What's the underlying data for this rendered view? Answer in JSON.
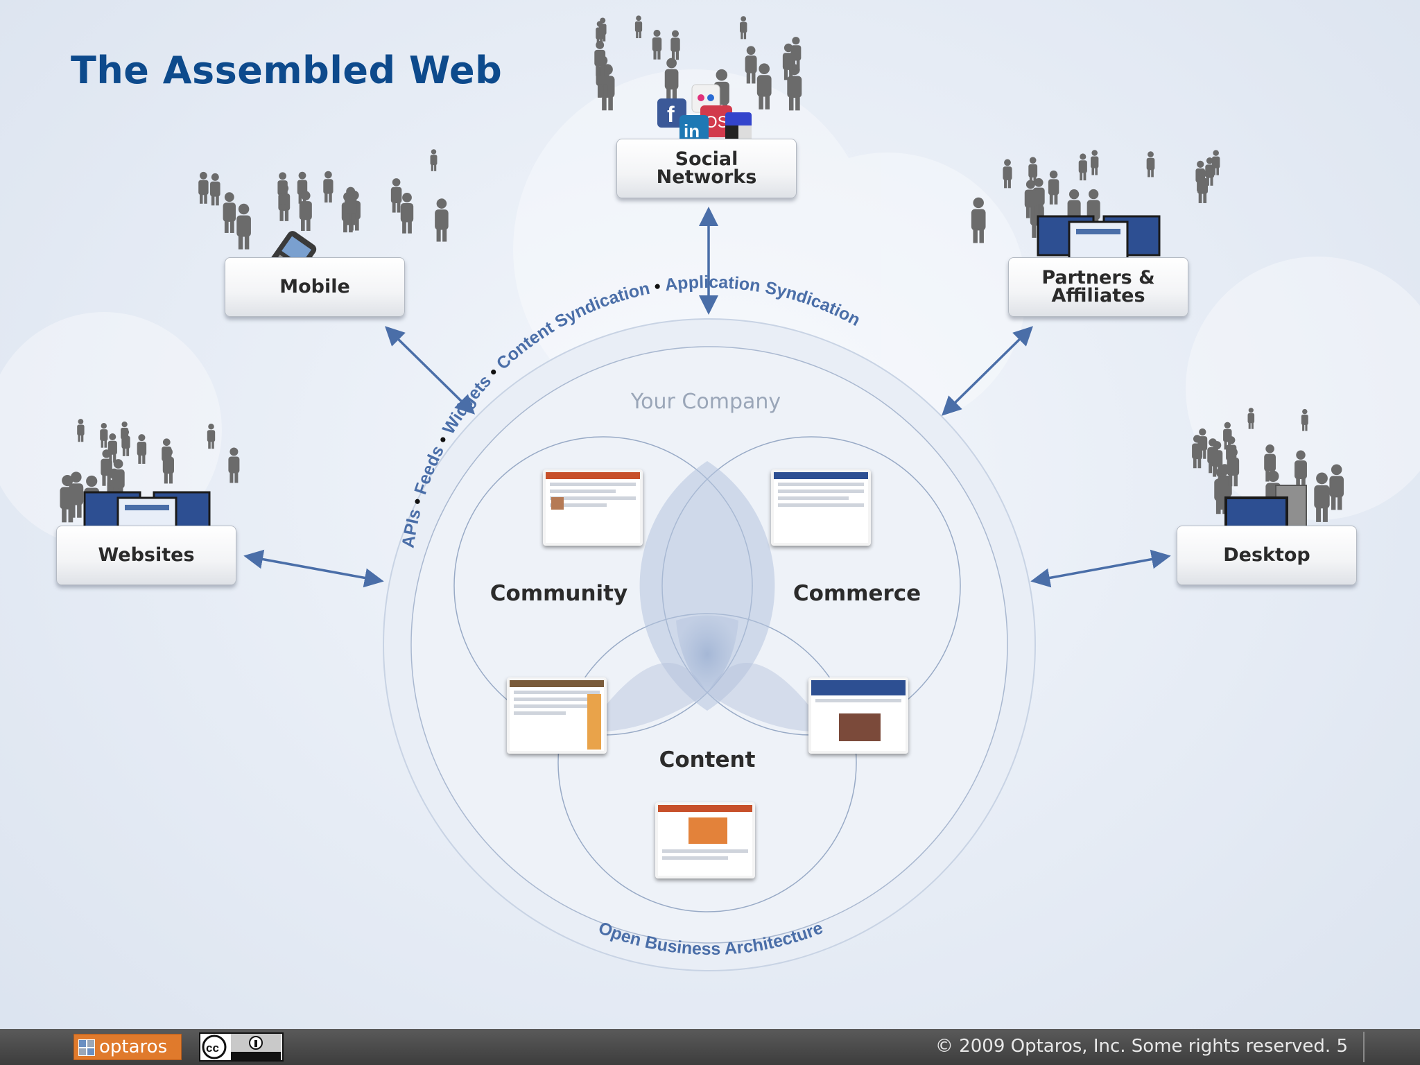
{
  "title": "The Assembled Web",
  "colors": {
    "title": "#0d4a8c",
    "arrow": "#4a6ea8",
    "ring_text": "#4a6ea8",
    "people": "#6b6b6b"
  },
  "channels": {
    "social": "Social\nNetworks",
    "mobile": "Mobile",
    "partners": "Partners &\nAffiliates",
    "websites": "Websites",
    "desktop": "Desktop"
  },
  "company": {
    "label": "Your Company",
    "ring_labels": [
      "APIs",
      "Feeds",
      "Widgets",
      "Content Syndication",
      "Application Syndication"
    ],
    "bottom_label": "Open Business Architecture",
    "venn": [
      "Community",
      "Commerce",
      "Content"
    ]
  },
  "icons": [
    "people-crowd-icon",
    "mobile-phone-icon",
    "monitor-icon",
    "desktop-computer-icon",
    "facebook-icon",
    "linkedin-icon",
    "flickr-icon",
    "lastfm-icon",
    "delicious-icon"
  ],
  "footer": {
    "logo": "optaros",
    "license": "cc-by-badge",
    "copyright": "© 2009 Optaros, Inc. Some rights reserved. 5"
  }
}
